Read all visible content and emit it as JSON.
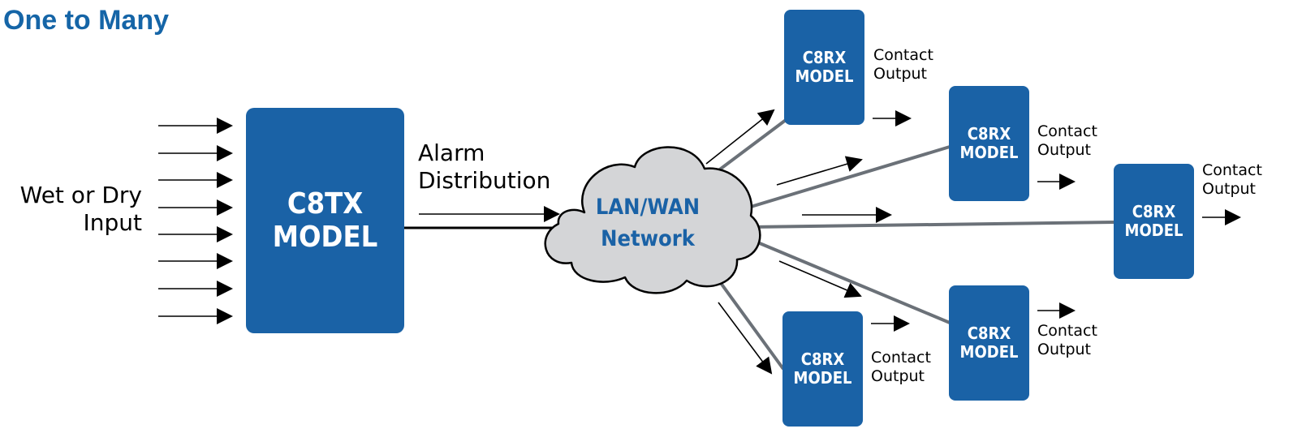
{
  "title": "One to Many",
  "input_label": [
    "Wet or Dry",
    "Input"
  ],
  "alarm_label": [
    "Alarm",
    "Distribution"
  ],
  "transmitter": {
    "line1": "C8TX",
    "line2": "MODEL"
  },
  "network": {
    "line1": "LAN/WAN",
    "line2": "Network"
  },
  "receivers": [
    {
      "id": "rx1",
      "line1": "C8RX",
      "line2": "MODEL",
      "out1": "Contact",
      "out2": "Output"
    },
    {
      "id": "rx2",
      "line1": "C8RX",
      "line2": "MODEL",
      "out1": "Contact",
      "out2": "Output"
    },
    {
      "id": "rx3",
      "line1": "C8RX",
      "line2": "MODEL",
      "out1": "Contact",
      "out2": "Output"
    },
    {
      "id": "rx4",
      "line1": "C8RX",
      "line2": "MODEL",
      "out1": "Contact",
      "out2": "Output"
    },
    {
      "id": "rx5",
      "line1": "C8RX",
      "line2": "MODEL",
      "out1": "Contact",
      "out2": "Output"
    }
  ],
  "colors": {
    "brand_blue": "#1a62a6",
    "title_blue": "#1565a7",
    "link_gray": "#6b7178",
    "cloud_fill": "#d4d5d7"
  }
}
